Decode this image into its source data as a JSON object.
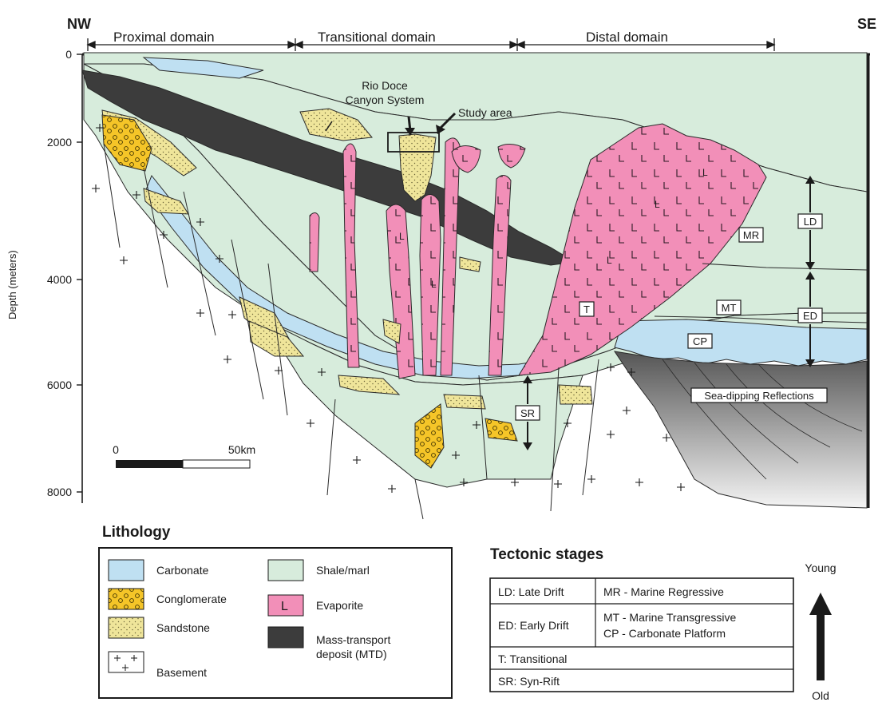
{
  "directions": {
    "left": "NW",
    "right": "SE"
  },
  "domains": [
    "Proximal domain",
    "Transitional domain",
    "Distal domain"
  ],
  "y_axis": {
    "label": "Depth (meters)",
    "ticks": [
      "0",
      "2000",
      "4000",
      "6000",
      "8000"
    ]
  },
  "annotations": {
    "canyon_line1": "Rio Doce",
    "canyon_line2": "Canyon System",
    "study_area": "Study area",
    "sea_dipping": "Sea-dipping Reflections"
  },
  "unit_tags": [
    "MR",
    "MT",
    "CP",
    "T",
    "SR",
    "LD",
    "ED"
  ],
  "evaporite_symbol": "L",
  "scale_bar": {
    "start": "0",
    "end": "50km"
  },
  "lithology": {
    "title": "Lithology",
    "items": [
      "Carbonate",
      "Conglomerate",
      "Sandstone",
      "Basement",
      "Shale/marl",
      "Evaporite",
      "Mass-transport",
      "deposit (MTD)"
    ]
  },
  "tectonic": {
    "title": "Tectonic stages",
    "rows": [
      [
        "LD: Late Drift",
        "MR - Marine Regressive"
      ],
      [
        "ED: Early Drift",
        "MT - Marine Transgressive",
        "CP - Carbonate Platform"
      ],
      [
        "T: Transitional"
      ],
      [
        "SR: Syn-Rift"
      ]
    ],
    "young": "Young",
    "old": "Old"
  },
  "colors": {
    "carbonate": "#bfe0f2",
    "conglomerate": "#f5c528",
    "sandstone": "#efe59a",
    "shale": "#d7ecdc",
    "evaporite": "#f28fb8",
    "mtd": "#3c3c3c"
  }
}
